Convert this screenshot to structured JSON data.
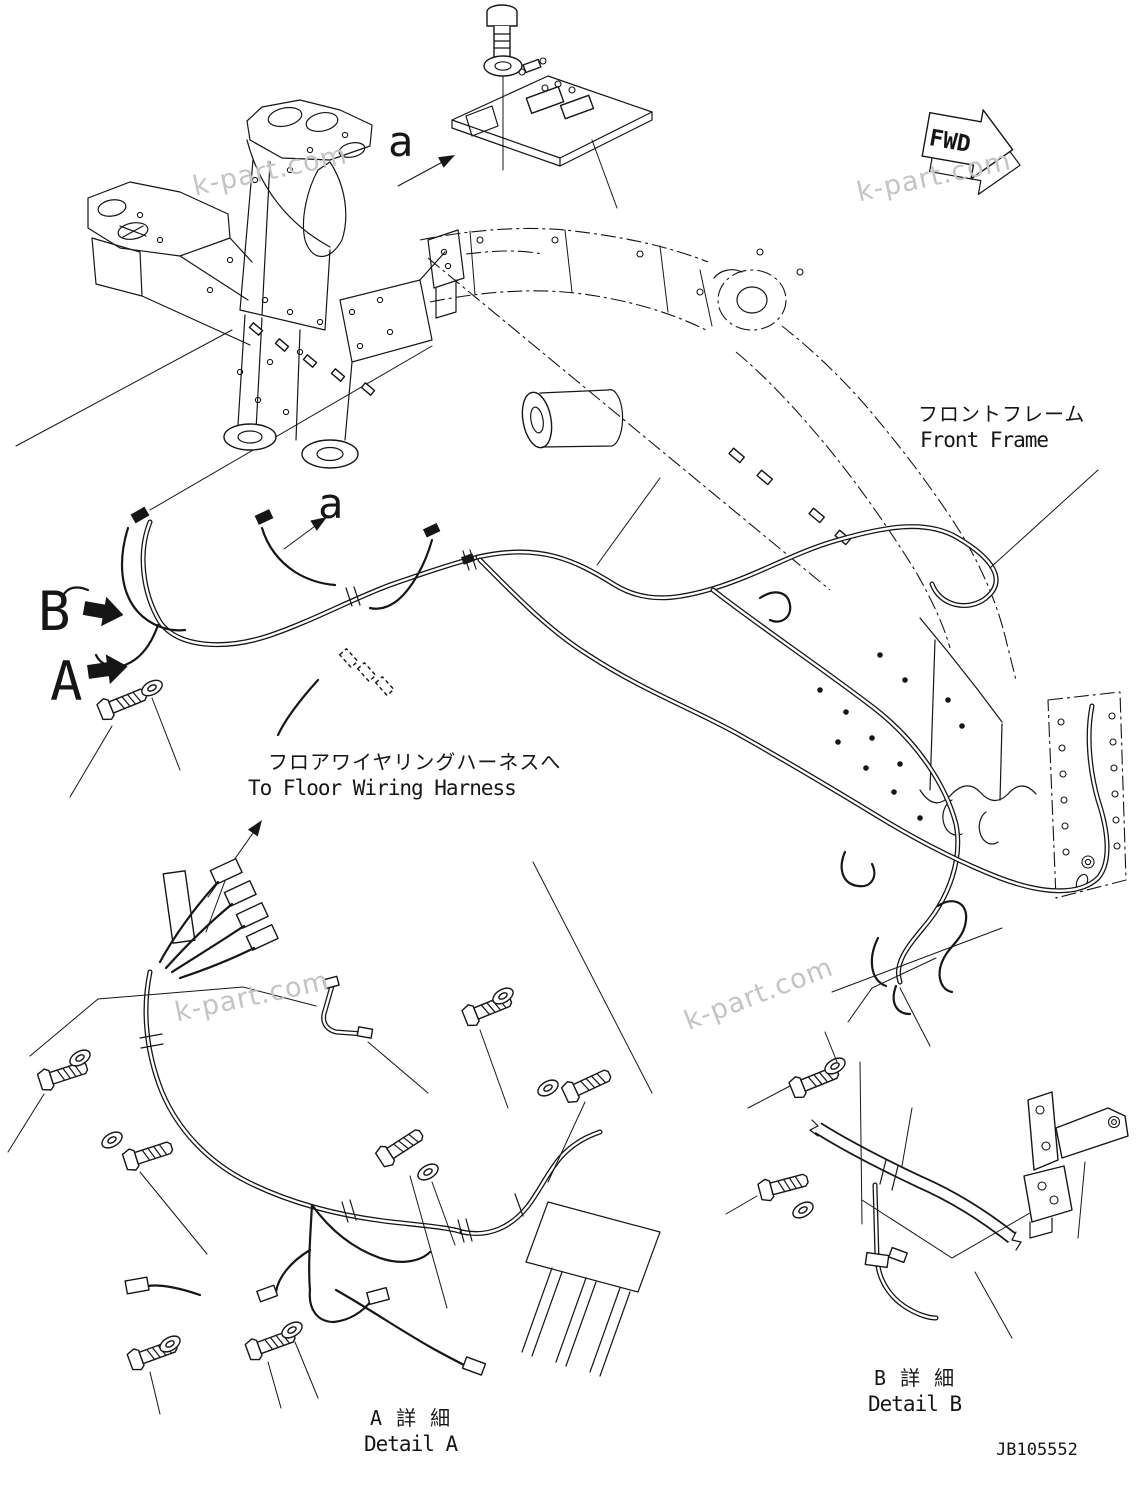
{
  "page": {
    "background": "#ffffff",
    "line_color": "#161616",
    "watermark_color": "#c4c4c4"
  },
  "labels": {
    "fwd": "FWD",
    "view_a_top": "a",
    "view_a_mid": "a",
    "arrow_b": "B",
    "arrow_a": "A",
    "front_frame_jp": "フロントフレーム",
    "front_frame_en": "Front Frame",
    "to_floor_jp": "フロアワイヤリングハーネスへ",
    "to_floor_en": "To Floor Wiring Harness",
    "detail_a_jp": "A 詳 細",
    "detail_a_en": "Detail A",
    "detail_b_jp": "B 詳 細",
    "detail_b_en": "Detail B",
    "drawing_no": "JB105552"
  },
  "watermarks": [
    {
      "text": "k-part.com"
    },
    {
      "text": "k-part.com"
    },
    {
      "text": "k-part.com"
    },
    {
      "text": "k-part.com"
    }
  ]
}
